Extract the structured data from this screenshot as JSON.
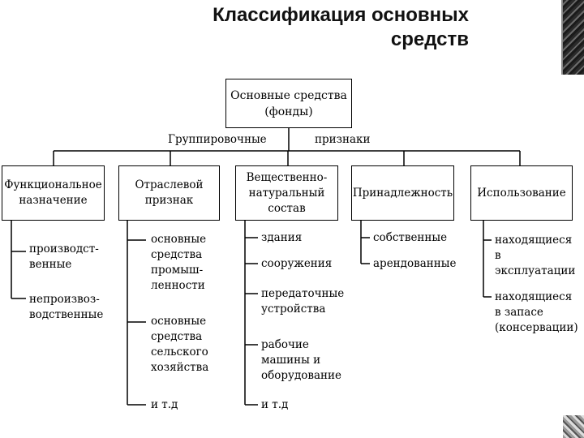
{
  "title": "Классификация основных\nсредств",
  "root": "Основные средства\n(фонды)",
  "grouping_label_left": "Группировочные",
  "grouping_label_right": "признаки",
  "categories": [
    {
      "label": "Функциональное\nназначение",
      "items": [
        "производст-\nвенные",
        "непроизвоз-\nводственные"
      ]
    },
    {
      "label": "Отраслевой\nпризнак",
      "items": [
        "основные\nсредства\nпромыш-\nленности",
        "основные\nсредства\nсельского\nхозяйства",
        "и т.д"
      ]
    },
    {
      "label": "Вещественно-\nнатуральный\nсостав",
      "items": [
        "здания",
        "сооружения",
        "передаточные\nустройства",
        "рабочие\nмашины и\nоборудование",
        "и т.д"
      ]
    },
    {
      "label": "Принадлежность",
      "items": [
        "собственные",
        "арендованные"
      ]
    },
    {
      "label": "Использование",
      "items": [
        "находящиеся\nв эксплуатации",
        "находящиеся\nв запасе\n(консервации)"
      ]
    }
  ]
}
